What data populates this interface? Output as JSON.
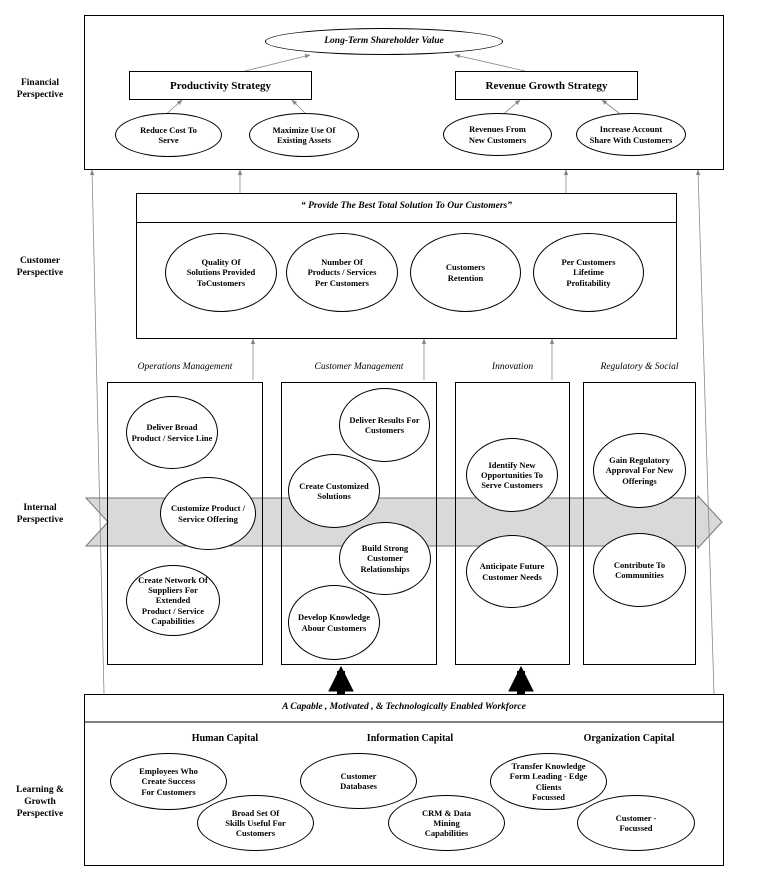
{
  "perspectives": {
    "financial": "Financial\nPerspective",
    "customer": "Customer\nPerspective",
    "internal": "Internal\nPerspective",
    "learning": "Learning &\nGrowth\nPerspective"
  },
  "financial": {
    "top_goal": "Long-Term Shareholder Value",
    "productivity": "Productivity Strategy",
    "revenue": "Revenue Growth  Strategy",
    "ovals": [
      "Reduce Cost To\nServe",
      "Maximize Use Of\nExisting Assets",
      "Revenues From\nNew Customers",
      "Increase Account\nShare With Customers"
    ]
  },
  "customer": {
    "proposition": "“ Provide The Best Total Solution To Our Customers”",
    "ovals": [
      "Quality Of\nSolutions Provided\nToCustomers",
      "Number Of\nProducts / Services\nPer Customers",
      "Customers\nRetention",
      "Per Customers\nLifetime\nProfitability"
    ]
  },
  "internal": {
    "columns": [
      {
        "title": "Operations Management",
        "items": [
          "Deliver Broad\nProduct / Service Line",
          "Customize Product /\nService Offering",
          "Create Network Of\nSuppliers For Extended\nProduct / Service\nCapabilities"
        ]
      },
      {
        "title": "Customer Management",
        "items": [
          "Deliver Results For\nCustomers",
          "Create Customized\nSolutions",
          "Build Strong\nCustomer    Relationships",
          "Develop Knowledge\nAbour Customers"
        ]
      },
      {
        "title": "Innovation",
        "items": [
          "Identify New\nOpportunities To\nServe Customers",
          "Anticipate Future\nCustomer Needs"
        ]
      },
      {
        "title": "Regulatory & Social",
        "items": [
          "Gain Regulatory\nApproval For New\nOfferings",
          "Contribute To\nCommunities"
        ]
      }
    ]
  },
  "learning": {
    "workforce": "A Capable , Motivated , & Technologically Enabled Workforce",
    "capitals": [
      "Human Capital",
      "Information Capital",
      "Organization Capital"
    ],
    "ovals": [
      "Employees Who\nCreate Success\nFor Customers",
      "Broad Set Of\nSkills Useful For\nCustomers",
      "Customer\nDatabases",
      "CRM & Data\nMining\nCapabilities",
      "Transfer Knowledge\nForm Leading - Edge\nClients\nFocussed",
      "Customer -\nFocussed"
    ]
  }
}
